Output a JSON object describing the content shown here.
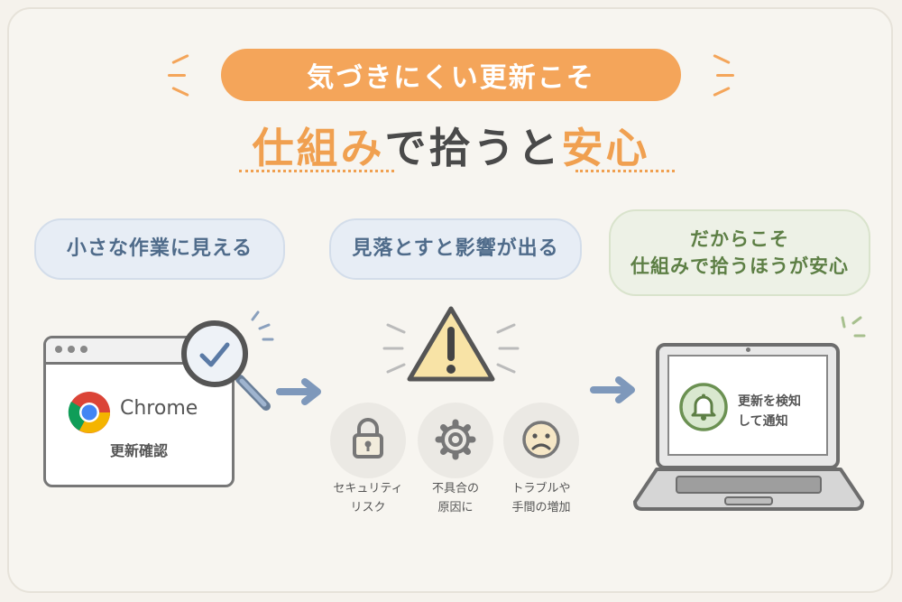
{
  "header": {
    "pill": "気づきにくい更新こそ",
    "title_part1": "仕組み",
    "title_part2": "で拾うと",
    "title_part3": "安心"
  },
  "steps": [
    {
      "label": "小さな作業に見える"
    },
    {
      "label": "見落とすと影響が出る"
    },
    {
      "label_line1": "だからこそ",
      "label_line2": "仕組みで拾うほうが安心"
    }
  ],
  "browser": {
    "brand": "Chrome",
    "caption": "更新確認"
  },
  "risks": [
    {
      "icon": "lock-icon",
      "line1": "セキュリティ",
      "line2": "リスク"
    },
    {
      "icon": "gear-icon",
      "line1": "不具合の",
      "line2": "原因に"
    },
    {
      "icon": "sad-face-icon",
      "line1": "トラブルや",
      "line2": "手間の増加"
    }
  ],
  "laptop": {
    "line1": "更新を検知",
    "line2": "して通知"
  },
  "colors": {
    "accent": "#f4a55a",
    "blue": "#4f6b8a",
    "green": "#5d7f45"
  }
}
